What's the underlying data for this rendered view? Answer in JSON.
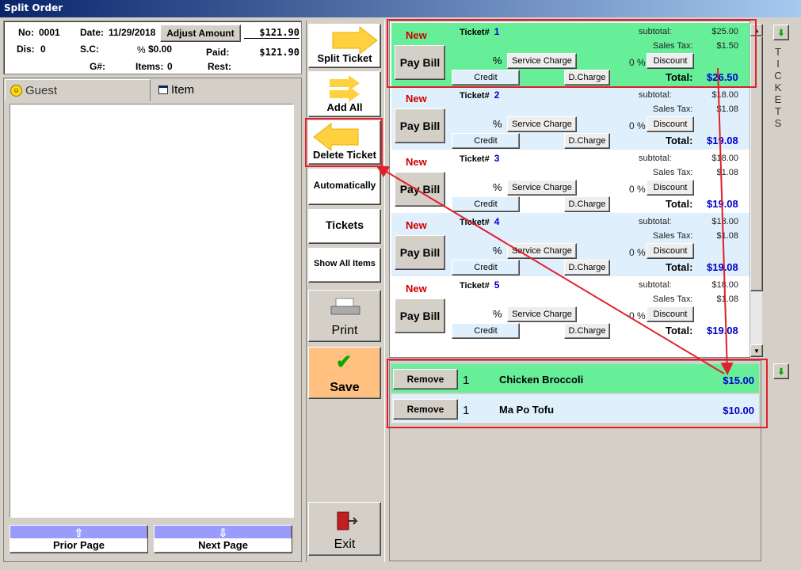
{
  "window": {
    "title": "Split Order"
  },
  "info": {
    "no_label": "No:",
    "no_value": "0001",
    "date_label": "Date:",
    "date_value": "11/29/2018",
    "adjust_label": "Adjust Amount",
    "amount": "$121.90",
    "dis_label": "Dis:",
    "dis_value": "0",
    "sc_label": "S.C:",
    "sc_pct": "%",
    "sc_value": "$0.00",
    "paid_label": "Paid:",
    "paid_value": "$121.90",
    "g_label": "G#:",
    "items_label": "Items:",
    "items_value": "0",
    "rest_label": "Rest:"
  },
  "tabs": {
    "guest": "Guest",
    "item": "Item"
  },
  "paging": {
    "prior": "Prior Page",
    "next": "Next Page"
  },
  "actions": {
    "split": "Split Ticket",
    "add_all": "Add All",
    "delete": "Delete Ticket",
    "auto": "Automatically",
    "tickets": "Tickets",
    "show_all": "Show All Items",
    "print": "Print",
    "save": "Save",
    "exit": "Exit"
  },
  "ticket_labels": {
    "new": "New",
    "ticket": "Ticket#",
    "subtotal": "subtotal:",
    "tax": "Sales Tax:",
    "pay": "Pay Bill",
    "pct": "%",
    "svc": "Service Charge",
    "zero_pct": "0 %",
    "discount": "Discount",
    "credit": "Credit",
    "dcharge": "D.Charge",
    "total": "Total:"
  },
  "tickets": [
    {
      "no": "1",
      "subtotal": "$25.00",
      "tax": "$1.50",
      "total": "$26.50",
      "bg": "#66ee99"
    },
    {
      "no": "2",
      "subtotal": "$18.00",
      "tax": "$1.08",
      "total": "$19.08",
      "bg": "#dff0fc"
    },
    {
      "no": "3",
      "subtotal": "$18.00",
      "tax": "$1.08",
      "total": "$19.08",
      "bg": "#ffffff"
    },
    {
      "no": "4",
      "subtotal": "$18.00",
      "tax": "$1.08",
      "total": "$19.08",
      "bg": "#dff0fc"
    },
    {
      "no": "5",
      "subtotal": "$18.00",
      "tax": "$1.08",
      "total": "$19.08",
      "bg": "#ffffff"
    }
  ],
  "items": [
    {
      "remove": "Remove",
      "qty": "1",
      "name": "Chicken Broccoli",
      "price": "$15.00",
      "bg": "#66ee99"
    },
    {
      "remove": "Remove",
      "qty": "1",
      "name": "Ma Po Tofu",
      "price": "$10.00",
      "bg": "#dff0fc"
    }
  ],
  "side_label": [
    "T",
    "I",
    "C",
    "K",
    "E",
    "T",
    "S"
  ],
  "colors": {
    "accent_red": "#e0202a",
    "save_orange": "#ffc080",
    "total_blue": "#0000cc"
  }
}
